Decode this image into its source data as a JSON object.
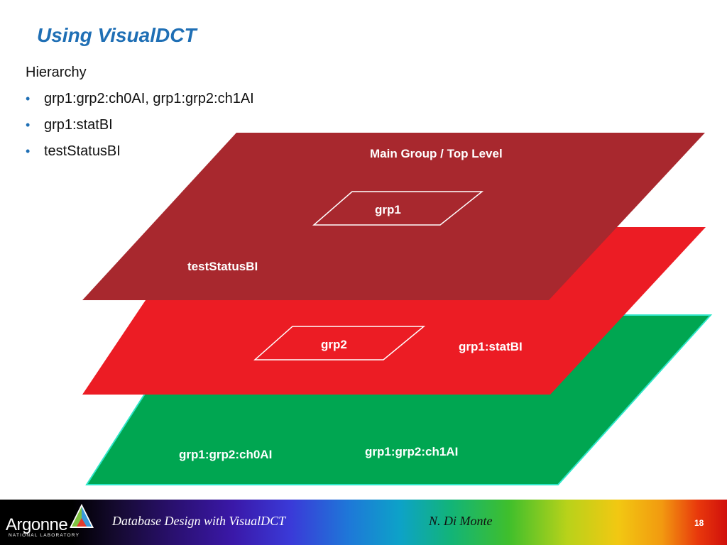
{
  "slide": {
    "title": "Using VisualDCT",
    "bullets": [
      {
        "text": "Hierarchy",
        "bullet": ""
      },
      {
        "text": "grp1:grp2:ch0AI, grp1:grp2:ch1AI",
        "bullet": "•"
      },
      {
        "text": "grp1:statBI",
        "bullet": "•"
      },
      {
        "text": "testStatusBI",
        "bullet": "•"
      }
    ]
  },
  "diagram": {
    "layers": {
      "top": {
        "title": "Main Group / Top Level",
        "group_box_label": "grp1",
        "record_label": "testStatusBI",
        "color": "#a8282e"
      },
      "middle": {
        "group_box_label": "grp2",
        "record_label": "grp1:statBI",
        "color": "#ec1c24"
      },
      "bottom": {
        "record_left_label": "grp1:grp2:ch0AI",
        "record_right_label": "grp1:grp2:ch1AI",
        "color": "#00a651",
        "edge_color": "#2ee6c8"
      }
    }
  },
  "footer": {
    "logo_word": "Argonne",
    "logo_sub": "NATIONAL LABORATORY",
    "center_text": "Database Design with VisualDCT",
    "author": "N. Di Monte",
    "page_number": "18"
  }
}
